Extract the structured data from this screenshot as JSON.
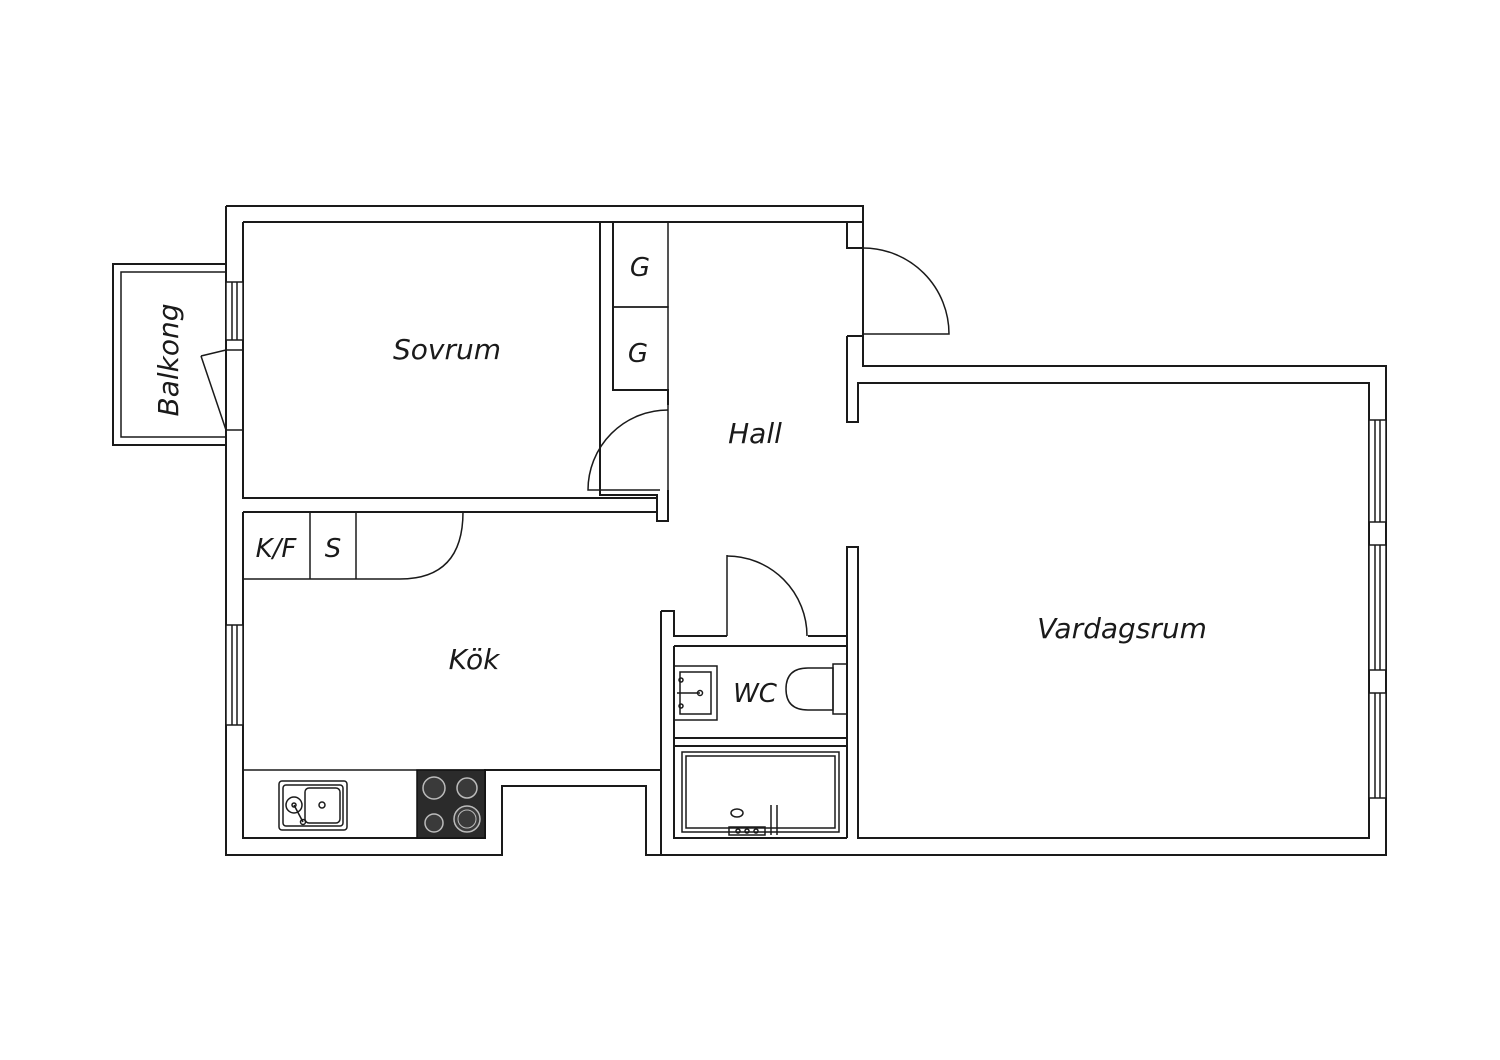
{
  "rooms": {
    "sovrum": "Sovrum",
    "hall": "Hall",
    "vardagsrum": "Vardagsrum",
    "kok": "Kök",
    "wc": "WC",
    "balkong": "Balkong"
  },
  "fixtures": {
    "wardrobe_1": "G",
    "wardrobe_2": "G",
    "fridge_freezer": "K/F",
    "dishwasher": "S"
  },
  "colors": {
    "wall": "#1a1a1a",
    "background": "#ffffff",
    "stove": "#2b2b2b"
  }
}
